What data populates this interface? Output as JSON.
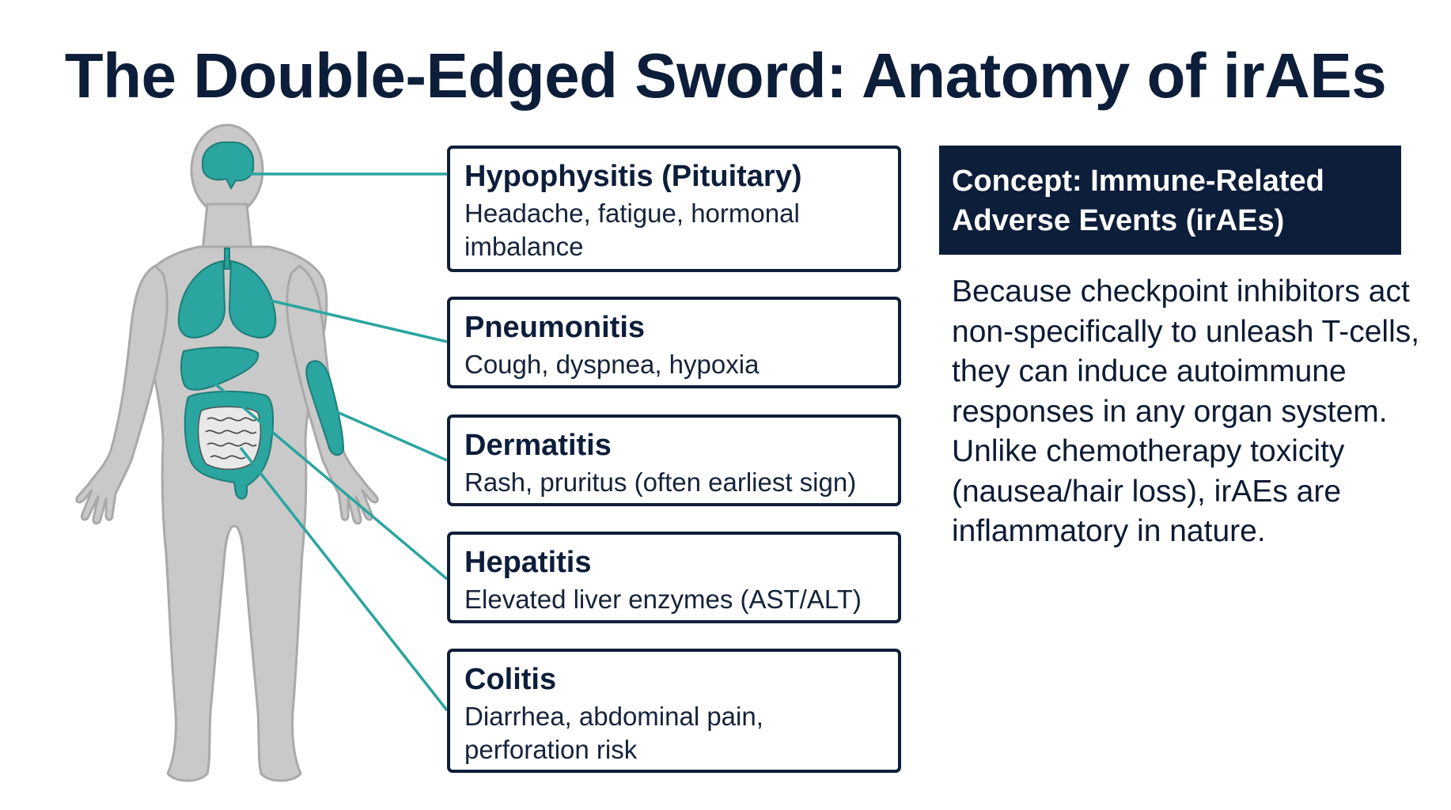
{
  "title": "The Double-Edged Sword: Anatomy of irAEs",
  "colors": {
    "navy": "#0d1e3a",
    "teal": "#2aa59f",
    "body": "#c8c8c8",
    "body_outline": "#a8a8a8"
  },
  "organs": [
    {
      "name": "Hypophysitis (Pituitary)",
      "desc": "Headache, fatigue, hormonal imbalance"
    },
    {
      "name": "Pneumonitis",
      "desc": "Cough, dyspnea, hypoxia"
    },
    {
      "name": "Dermatitis",
      "desc": "Rash, pruritus (often earliest sign)"
    },
    {
      "name": "Hepatitis",
      "desc": "Elevated liver enzymes (AST/ALT)"
    },
    {
      "name": "Colitis",
      "desc": "Diarrhea, abdominal pain, perforation risk"
    }
  ],
  "concept": {
    "header": "Concept: Immune-Related Adverse Events (irAEs)",
    "paragraph1": "Because checkpoint inhibitors act non-specifically to unleash T-cells, they can induce autoimmune responses in any organ system.",
    "paragraph2": "Unlike chemotherapy toxicity (nausea/hair loss), irAEs are inflammatory in nature."
  }
}
